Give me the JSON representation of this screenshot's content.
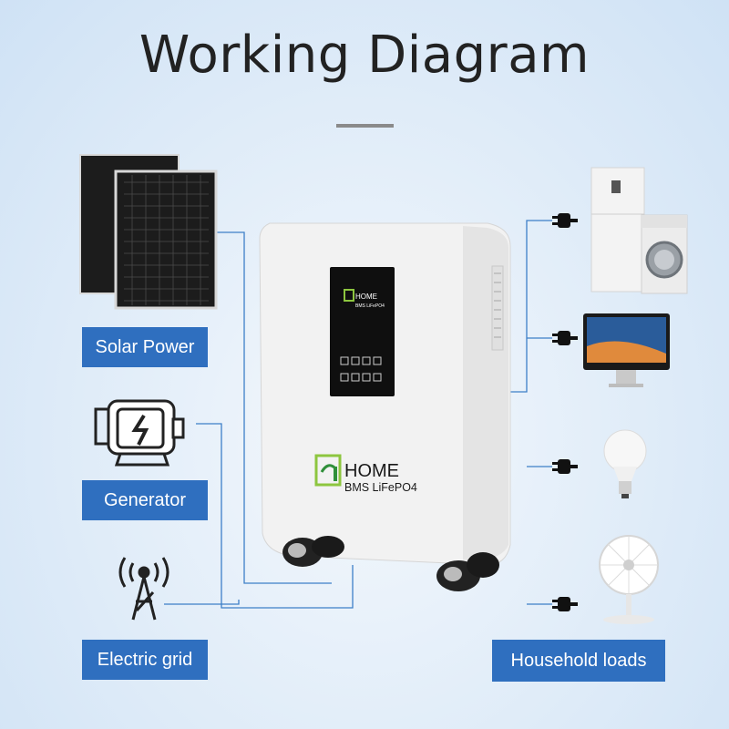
{
  "title": "Working Diagram",
  "sources": [
    {
      "label": "Solar Power",
      "icon": "solar-panel-icon"
    },
    {
      "label": "Generator",
      "icon": "generator-icon"
    },
    {
      "label": "Electric grid",
      "icon": "transmission-tower-icon"
    }
  ],
  "battery": {
    "brand": "HOME",
    "model": "BMS LiFePO4"
  },
  "loads": {
    "label": "Household loads",
    "devices": [
      "refrigerator-icon",
      "washing-machine-icon",
      "computer-monitor-icon",
      "light-bulb-icon",
      "electric-fan-icon"
    ]
  },
  "colors": {
    "accent": "#2f6fbf",
    "line": "#3d7fc8",
    "title": "#222222"
  }
}
